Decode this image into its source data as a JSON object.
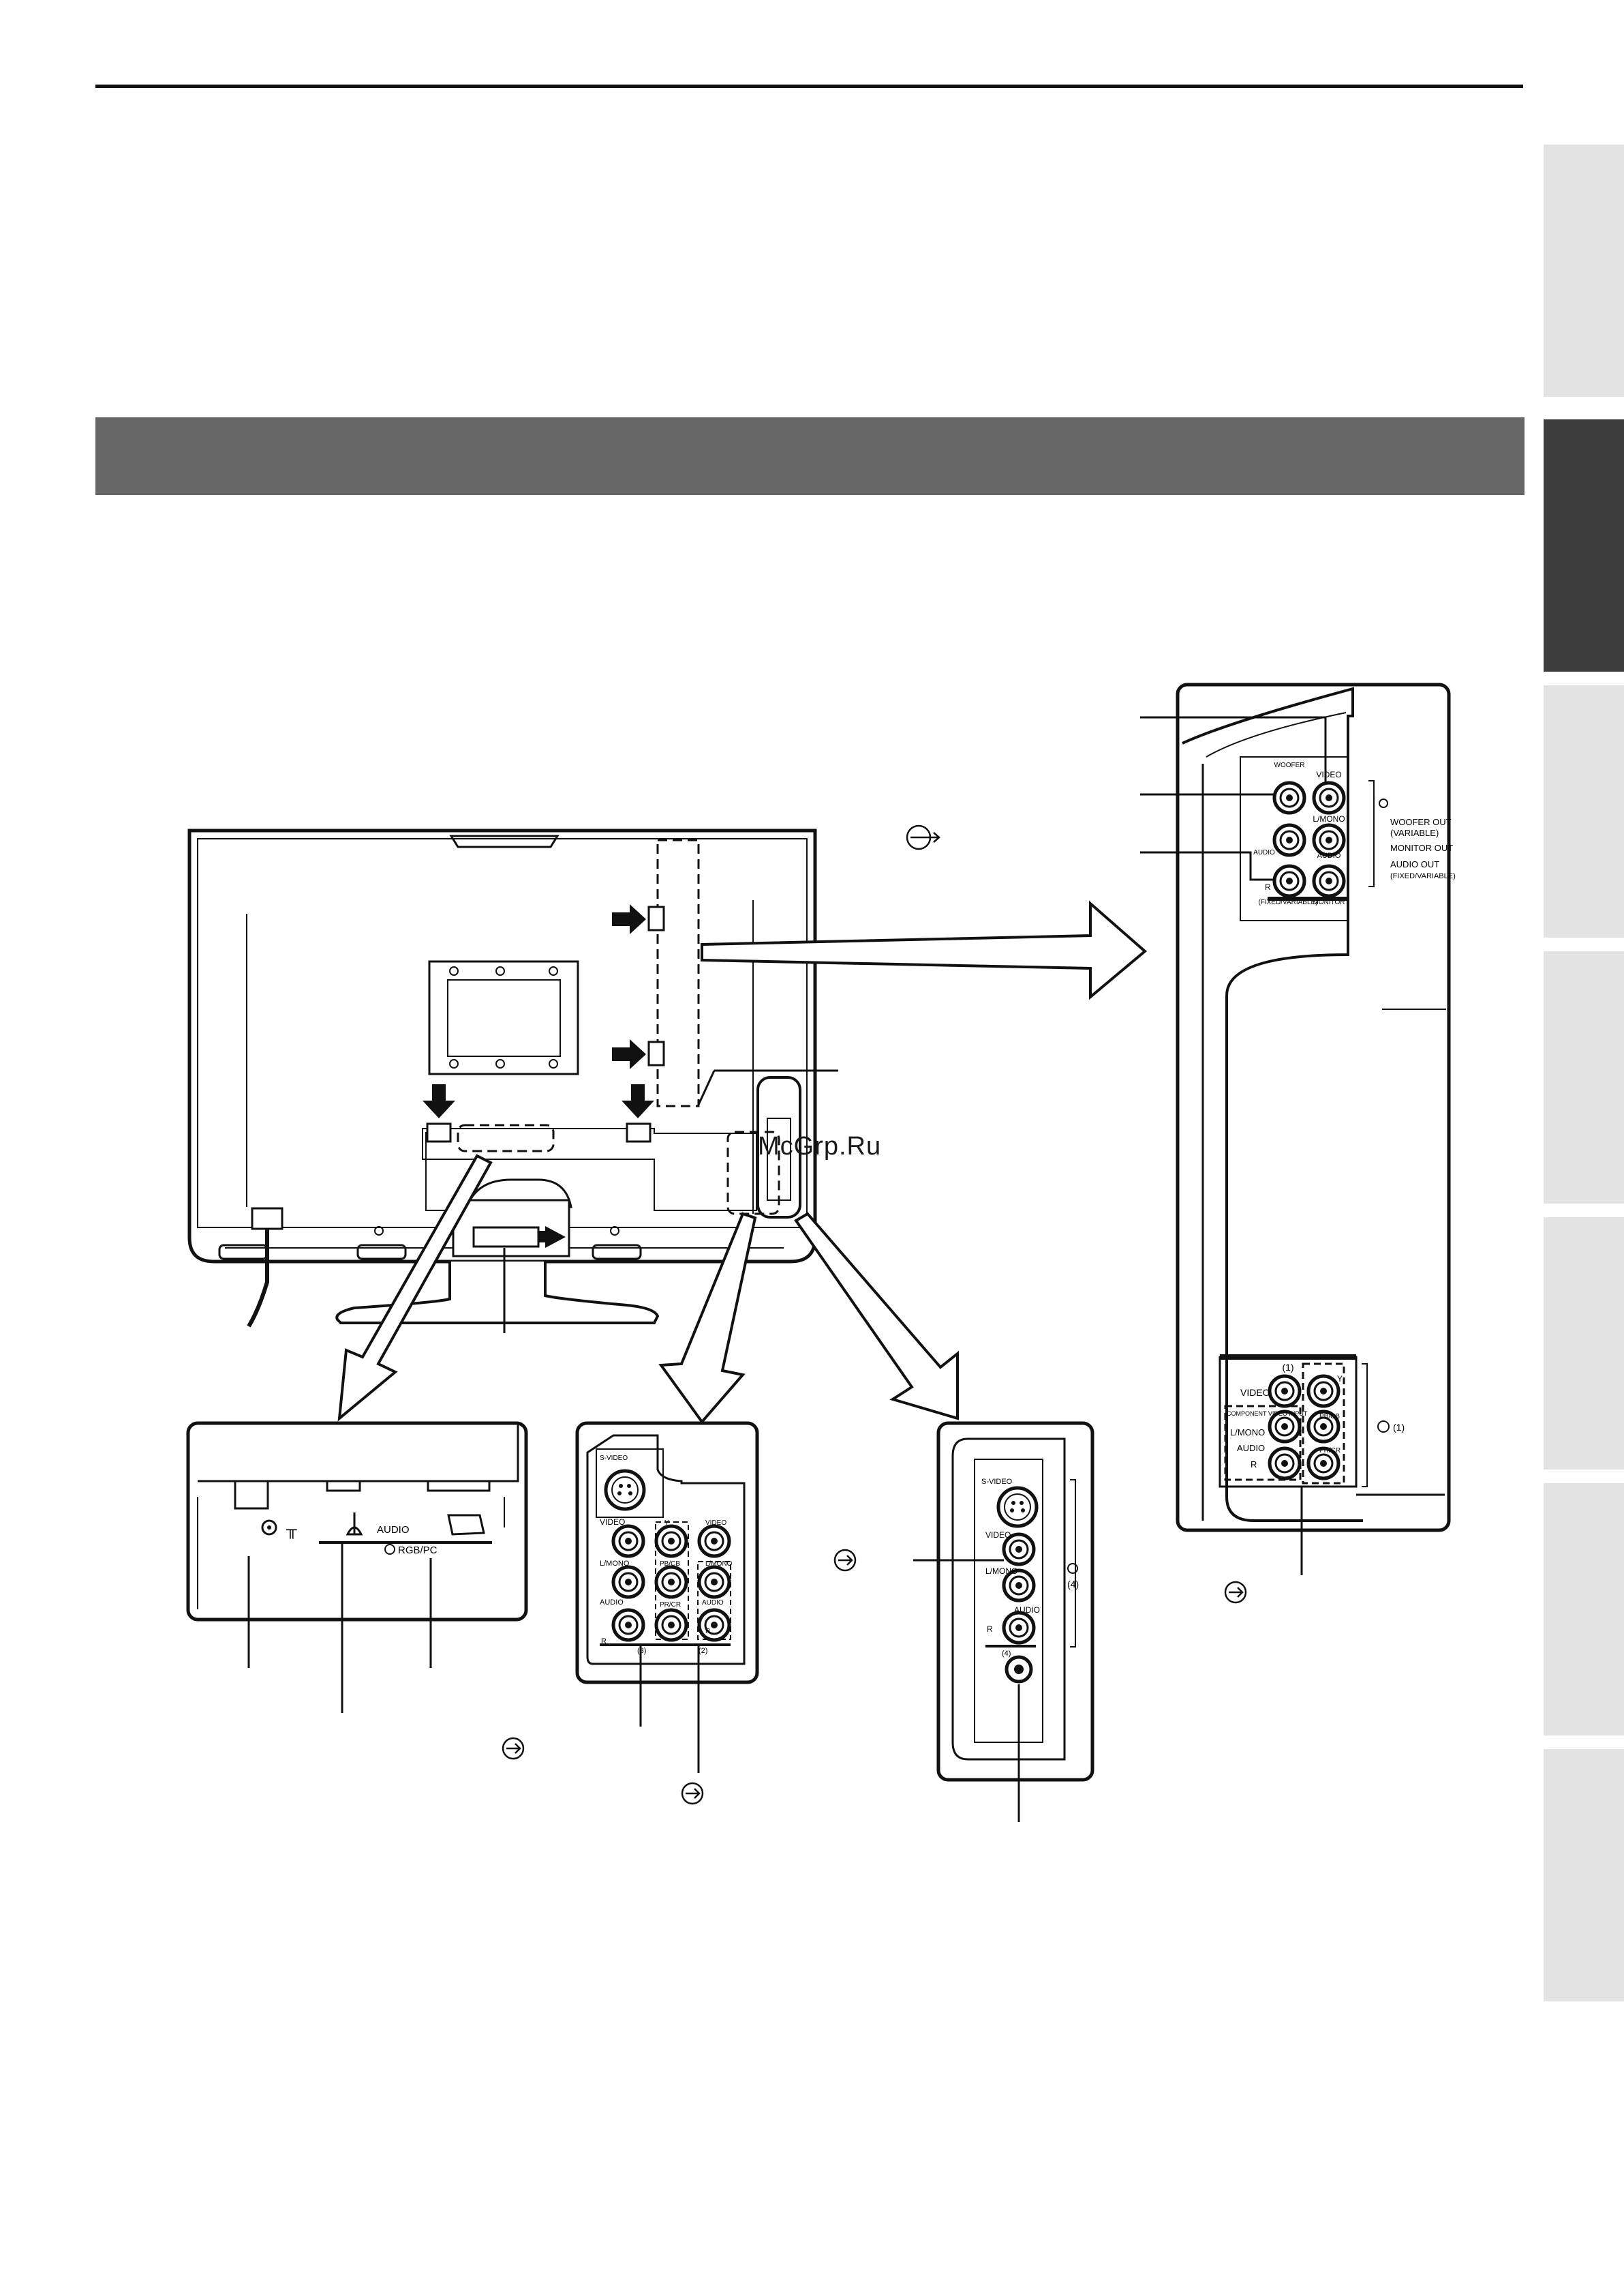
{
  "watermark": "McGrp.Ru",
  "section_tabs": {
    "count": 7,
    "active_index": 1
  },
  "rear_jack_panel": {
    "video": "VIDEO",
    "l_mono": "L/MONO",
    "audio": "AUDIO",
    "woofer_out": "WOOFER OUT",
    "variable": "(VARIABLE)",
    "monitor_out": "MONITOR OUT",
    "audio_out": "AUDIO OUT",
    "fixed_variable": "(FIXED/VARIABLE)",
    "monitor": "MONITOR",
    "input_1": "(1)",
    "component_video_input": "COMPONENT VIDEO INPUT",
    "r": "R",
    "y": "Y",
    "pb_cb": "PB/CB",
    "pr_cr": "PR/CR"
  },
  "bottom_panel": {
    "antenna_symbol": "╥",
    "audio": "AUDIO",
    "rgb_pc": "RGB/PC"
  },
  "center_panel": {
    "s_video": "S-VIDEO",
    "video": "VIDEO",
    "l_mono": "L/MONO",
    "audio": "AUDIO",
    "r": "R",
    "y": "Y",
    "pb_cb": "PB/CB",
    "pr_cr": "PR/CR",
    "input_3": "(3)",
    "input_2": "(2)"
  },
  "side_panel": {
    "s_video": "S-VIDEO",
    "video": "VIDEO",
    "l_mono": "L/MONO",
    "audio": "AUDIO",
    "r": "R",
    "input_4": "(4)"
  }
}
